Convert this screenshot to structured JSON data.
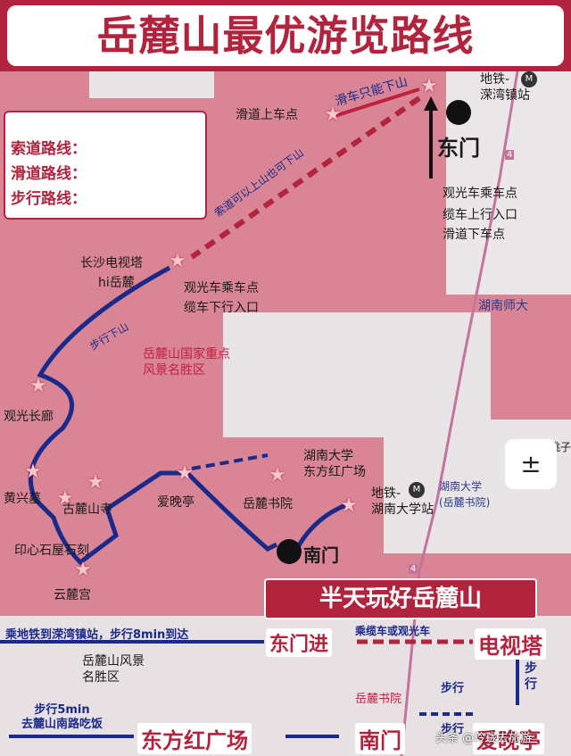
{
  "header": {
    "title": "岳麓山最优游览路线"
  },
  "legend": {
    "cable": "索道路线：",
    "slide": "滑道路线：",
    "walk": "步行路线："
  },
  "labels": {
    "slide_only_down": "滑车只能下山",
    "slide_station_up": "滑道上车点",
    "metro_luanwan": "地铁-\n溁湾镇站",
    "east_gate": "东门",
    "cable_updown": "索道可以上山也可下山",
    "sightseeing_bus": "观光车乘车点",
    "cable_up_entry": "缆车上行入口",
    "slide_station_down": "滑道下车点",
    "tv_tower": "长沙电视塔",
    "hi_yuelu": "hi岳麓",
    "tv_bus": "观光车乘车点",
    "cable_down_entry": "缆车下行入口",
    "hunan_normal": "湖南师大",
    "walk_down": "步行下山",
    "scenic_area": "岳麓山国家重点\n风景名胜区",
    "corridor": "观光长廊",
    "huangxing_tomb": "黄兴墓",
    "gulu_temple": "古麓山寺",
    "aiwan_pavilion": "爱晚亭",
    "academy": "岳麓书院",
    "hnu_square": "湖南大学\n东方红广场",
    "metro_hnu": "地铁-\n湖南大学站",
    "hnu_academy": "湖南大学\n(岳麓书院)",
    "yinxin_stone": "印心石屋石刻",
    "yunlu_palace": "云麓宫",
    "south_gate": "南门",
    "half_day": "半天玩好岳麓山",
    "metro_note": "乘地铁到溁湾镇站，步行8min到达",
    "east_enter": "东门进",
    "cable_or_bus": "乘缆车或观光车",
    "tv_tower_big": "电视塔",
    "walk_vertical": "步\n行",
    "scenic_area2": "岳麓山风景\n名胜区",
    "academy_small": "岳麓书院",
    "walk_small": "步行",
    "walk_small2": "步行",
    "walk_5min": "步行5min\n去麓山南路吃饭",
    "dongfanghong": "东方红广场",
    "south_gate_big": "南门",
    "aiwan_big": "爱晚亭",
    "watermark": "头条 @玲珑去旅游",
    "road_4a": "4",
    "road_4b": "4",
    "peach": "桃子"
  },
  "zoom": {
    "symbol": "±"
  },
  "colors": {
    "cable": "#b2233e",
    "slide": "#c02040",
    "walk": "#1a2a8a",
    "header": "#b2233e"
  }
}
